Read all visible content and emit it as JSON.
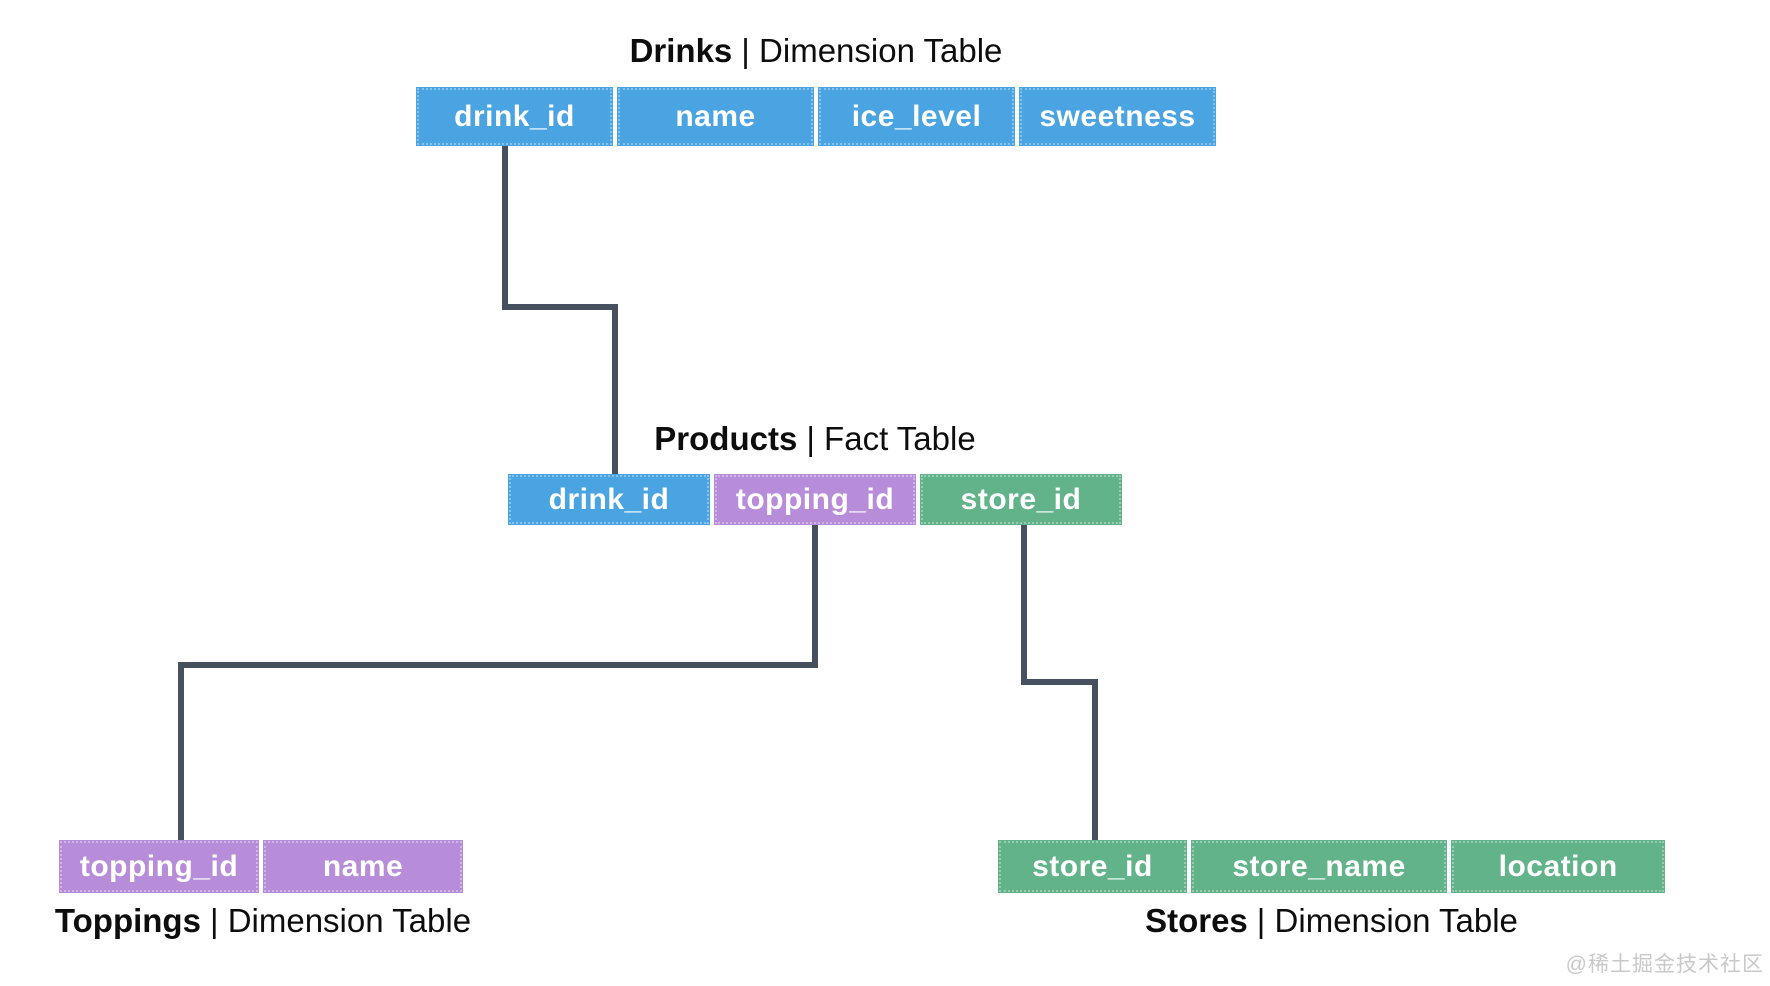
{
  "colors": {
    "blue": "#49A4E1",
    "purple": "#B78DD9",
    "green": "#62B38A",
    "line": "#47505F"
  },
  "tables": {
    "drinks": {
      "name": "Drinks",
      "suffix": "| Dimension Table",
      "columns": [
        {
          "label": "drink_id",
          "color": "blue"
        },
        {
          "label": "name",
          "color": "blue"
        },
        {
          "label": "ice_level",
          "color": "blue"
        },
        {
          "label": "sweetness",
          "color": "blue"
        }
      ]
    },
    "products": {
      "name": "Products",
      "suffix": "| Fact Table",
      "columns": [
        {
          "label": "drink_id",
          "color": "blue"
        },
        {
          "label": "topping_id",
          "color": "purple"
        },
        {
          "label": "store_id",
          "color": "green"
        }
      ]
    },
    "toppings": {
      "name": "Toppings",
      "suffix": "| Dimension Table",
      "columns": [
        {
          "label": "topping_id",
          "color": "purple"
        },
        {
          "label": "name",
          "color": "purple"
        }
      ]
    },
    "stores": {
      "name": "Stores",
      "suffix": "| Dimension Table",
      "columns": [
        {
          "label": "store_id",
          "color": "green"
        },
        {
          "label": "store_name",
          "color": "green"
        },
        {
          "label": "location",
          "color": "green"
        }
      ]
    }
  },
  "relationships": [
    {
      "from": "Drinks.drink_id",
      "to": "Products.drink_id"
    },
    {
      "from": "Products.topping_id",
      "to": "Toppings.topping_id"
    },
    {
      "from": "Products.store_id",
      "to": "Stores.store_id"
    }
  ],
  "watermark": "@稀土掘金技术社区"
}
